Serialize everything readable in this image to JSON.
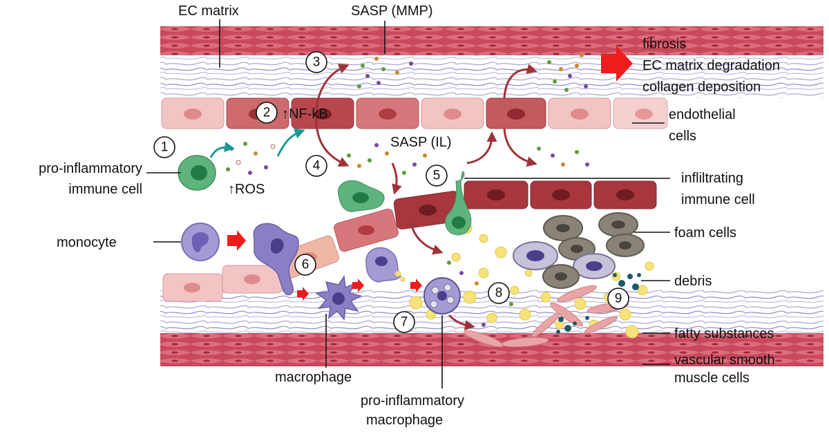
{
  "labels": {
    "ec_matrix": "EC matrix",
    "sasp_mmp": "SASP (MMP)",
    "outcome_fibrosis": "fibrosis",
    "outcome_degradation": "EC matrix degradation",
    "outcome_collagen": "collagen deposition",
    "endothelial_1": "endothelial",
    "endothelial_2": "cells",
    "nfkb": "↑NF-kB",
    "sasp_il": "SASP (IL)",
    "pro_inflammatory_immune_1": "pro-inflammatory",
    "pro_inflammatory_immune_2": "immune cell",
    "ros": "↑ROS",
    "infiltrating_1": "infliltrating",
    "infiltrating_2": "immune cell",
    "monocyte": "monocyte",
    "foam_cells": "foam cells",
    "debris": "debris",
    "fatty_substances": "fatty substances",
    "vsmc_1": "vascular smooth",
    "vsmc_2": "muscle cells",
    "macrophage": "macrophage",
    "pro_inflammatory_macrophage_1": "pro-inflammatory",
    "pro_inflammatory_macrophage_2": "macrophage"
  },
  "steps": [
    "1",
    "2",
    "3",
    "4",
    "5",
    "6",
    "7",
    "8",
    "9"
  ],
  "colors": {
    "muscle": "#c9485b",
    "endothelial_light": "#f2c4c4",
    "endothelial_dark": "#c25a5e",
    "endothelial_darker": "#a8363d",
    "immune_green": "#5fb37d",
    "monocyte_purple": "#8a7fc4",
    "arrow_teal": "#1a9a93",
    "arrow_dark_red": "#9e3238",
    "outcome_red": "#ee1c1c",
    "fat_yellow": "#f6e27a"
  }
}
